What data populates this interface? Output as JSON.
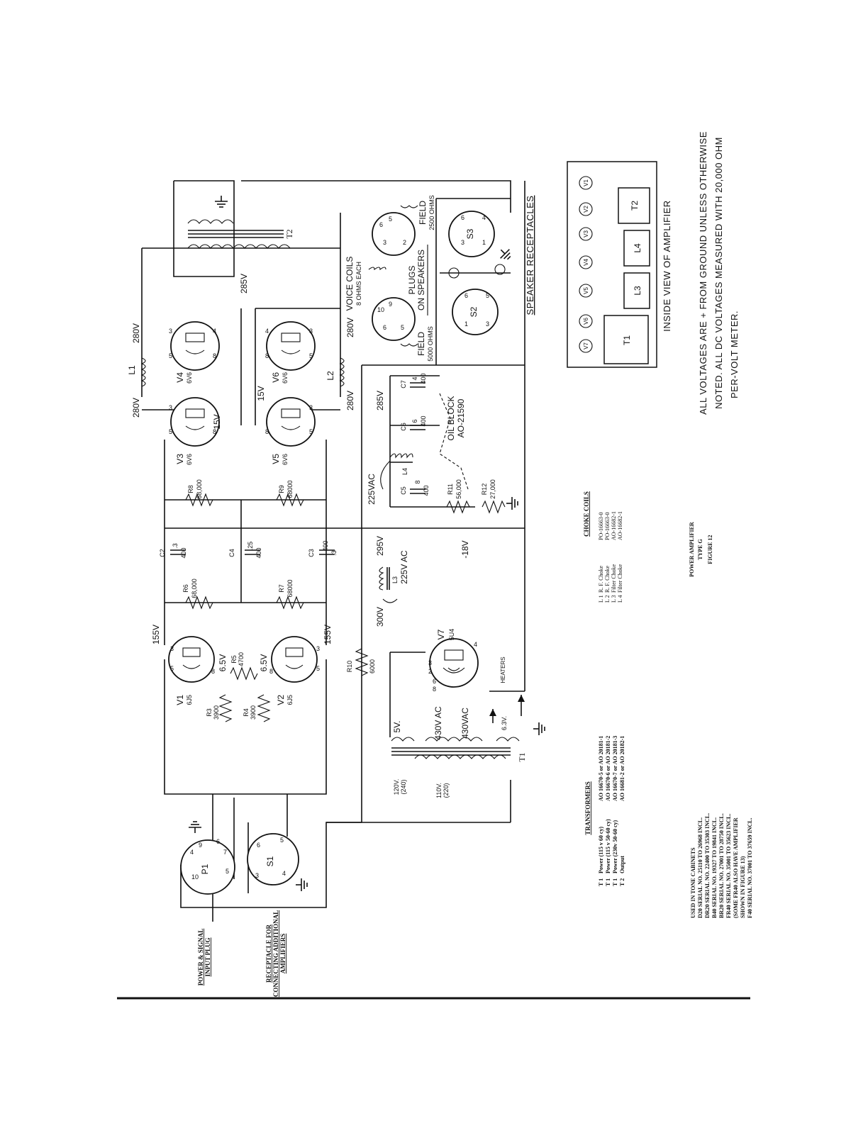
{
  "tubes": [
    {
      "id": "V1",
      "type": "6J5"
    },
    {
      "id": "V2",
      "type": "6J5"
    },
    {
      "id": "V3",
      "type": "6V6"
    },
    {
      "id": "V4",
      "type": "6V6"
    },
    {
      "id": "V5",
      "type": "6V6"
    },
    {
      "id": "V6",
      "type": "6V6"
    },
    {
      "id": "V7",
      "type": "5U4"
    }
  ],
  "resistors": [
    {
      "id": "R3",
      "value": "3900"
    },
    {
      "id": "R4",
      "value": "3900"
    },
    {
      "id": "R5",
      "value": "4700"
    },
    {
      "id": "R6",
      "value": "68,000"
    },
    {
      "id": "R7",
      "value": "68000"
    },
    {
      "id": "R8",
      "value": "68,000"
    },
    {
      "id": "R9",
      "value": "68000"
    },
    {
      "id": "R10",
      "value": "6000"
    },
    {
      "id": "R11",
      "value": "56,000"
    },
    {
      "id": "R12",
      "value": "27,000"
    }
  ],
  "capacitors": [
    {
      "id": "C2",
      "value": ".3",
      "rating": "400"
    },
    {
      "id": "C3",
      "value": ".3",
      "rating": "400"
    },
    {
      "id": "C4",
      "value": ".25",
      "rating": "400"
    },
    {
      "id": "C5",
      "value": "8",
      "rating": "400"
    },
    {
      "id": "C6",
      "value": "6",
      "rating": "400"
    },
    {
      "id": "C7",
      "value": "4",
      "rating": "400"
    }
  ],
  "inductors": [
    {
      "id": "L1"
    },
    {
      "id": "L2"
    },
    {
      "id": "L3"
    },
    {
      "id": "L4"
    }
  ],
  "transformer_ids": {
    "t1": "T1",
    "t2": "T2"
  },
  "voltages": {
    "v280a": "280V",
    "v280b": "280V",
    "v280c": "280V",
    "v280d": "280V",
    "v285a": "285V",
    "v285b": "285V",
    "v15a": "15V",
    "v15b": "15V",
    "v155a": "155V",
    "v155b": "155V",
    "v65a": "6.5V",
    "v65b": "6.5V",
    "v295": "295V",
    "v300": "300V",
    "vm18": "-18V",
    "vac225a": "225V AC",
    "vac225b": "225VAC",
    "vac430a": "430V AC",
    "vac430b": "430VAC",
    "v5": "5V.",
    "v63": "6.3V.",
    "tap120": "120V.",
    "tap240": "(240)",
    "tap110": "110V.",
    "tap220": "(220)"
  },
  "pins": {
    "p1": "P1",
    "s1": "S1",
    "s2": "S2",
    "s3": "S3"
  },
  "annotations": {
    "heaters": "HEATERS",
    "voice_coils_1": "VOICE COILS",
    "voice_coils_2": "8 OHMS EACH",
    "plugs_1": "PLUGS",
    "plugs_2": "ON SPEAKERS",
    "field_top_1": "FIELD",
    "field_top_2": "2500 OHMS",
    "field_bottom_1": "FIELD",
    "field_bottom_2": "5000 OHMS",
    "speaker_receptacles": "SPEAKER RECEPTACLES",
    "oil_block_1": "OIL BLOCK",
    "oil_block_2": "AO-21590",
    "power_signal_1": "POWER & SIGNAL",
    "power_signal_2": "INPUT PLUG",
    "receptacle_1": "RECEPTACLE FOR",
    "receptacle_2": "CONNECTING ADDITIONAL",
    "receptacle_3": "AMPLIFIERS"
  },
  "inside_view": {
    "title": "INSIDE VIEW OF AMPLIFIER",
    "tubes": [
      "V7",
      "V6",
      "V5",
      "V4",
      "V3",
      "V2",
      "V1"
    ],
    "blocks": [
      "T1",
      "L3",
      "L4",
      "T2"
    ]
  },
  "note": {
    "line1": "ALL VOLTAGES ARE + FROM GROUND UNLESS OTHERWISE",
    "line2": "NOTED.  ALL DC VOLTAGES MEASURED WITH 20,000 OHM",
    "line3": "PER-VOLT METER."
  },
  "choke_coils": {
    "title": "CHOKE COILS",
    "rows": [
      {
        "id": "L 1",
        "name": "R. F. Choke",
        "part": "PO-16663-0"
      },
      {
        "id": "L 2",
        "name": "R. F. Choke",
        "part": "PO-16663-0"
      },
      {
        "id": "L 3",
        "name": "Filter Choke",
        "part": "AO-16682-1"
      },
      {
        "id": "L 4",
        "name": "Filter Choke",
        "part": "AO-16682-1"
      }
    ]
  },
  "transformers_table": {
    "title": "TRANSFORMERS",
    "rows": [
      {
        "id": "T 1",
        "name": "Power (115 v 60 cy)",
        "part": "AO 16670-5 or AO 20181-1"
      },
      {
        "id": "T 1",
        "name": "Power (115 v 50-60 cy)",
        "part": "AO 16670-6 or AO 20181-2"
      },
      {
        "id": "T 1",
        "name": "Power (230v 50-60 cy)",
        "part": "AO 16670-7 or AO 20181-3"
      },
      {
        "id": "T 2",
        "name": "Output",
        "part": "AO 16681-2 or AO 20182-1"
      }
    ]
  },
  "figure_caption": {
    "line1": "POWER AMPLIFIER",
    "line2": "TYPE G",
    "line3": "FIGURE 12"
  },
  "cabinets": {
    "title": "USED IN TONE CABINETS",
    "rows": [
      "D20    SERIAL NO. 25110 TO 26968 INCL.",
      "DR20   SERIAL NO. 22400 TO 35303 INCL.",
      "B40    SERIAL NO. 19327 TO 19841 INCL.",
      "BR20   SERIAL NO. 27001 TO 28750 INCL.",
      "FR40   SERIAL NO. 35001 TO 35623 INCL.",
      "(SOME FR40 ALSO HAVE AMPLIFIER",
      "SHOWN IN FIGURE 13)",
      "F40    SERIAL NO. 37001 TO 37659 INCL."
    ]
  }
}
